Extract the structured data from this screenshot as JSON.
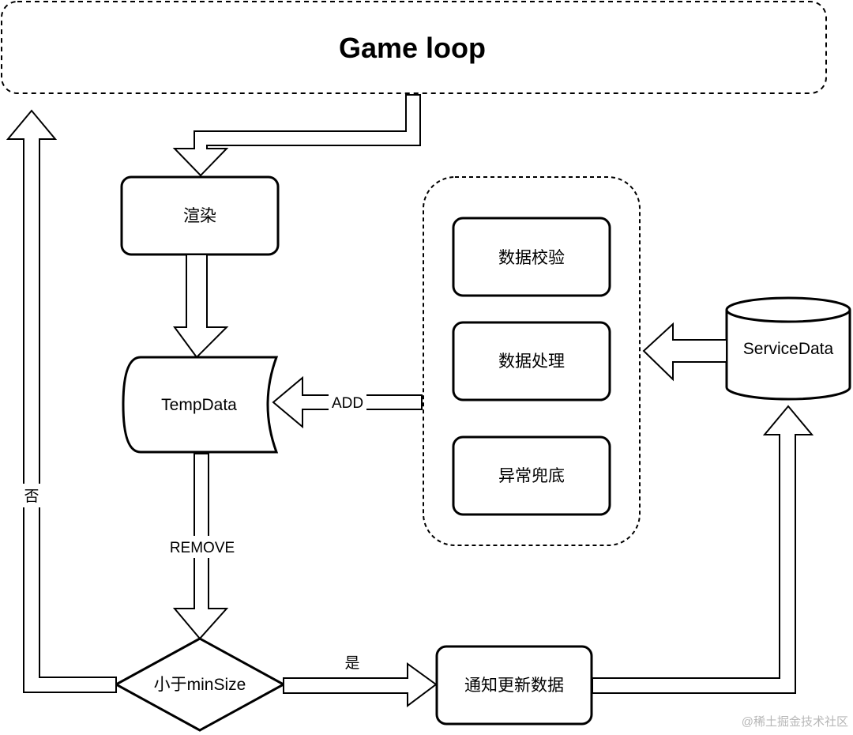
{
  "game_loop": {
    "title": "Game loop"
  },
  "nodes": {
    "render": "渲染",
    "temp_data": "TempData",
    "data_validate": "数据校验",
    "data_process": "数据处理",
    "exception_fallback": "异常兜底",
    "decision": "小于minSize",
    "notify_update": "通知更新数据",
    "service_data": "ServiceData"
  },
  "edges": {
    "add": "ADD",
    "remove": "REMOVE",
    "yes": "是",
    "no": "否"
  },
  "watermark": "@稀土掘金技术社区"
}
